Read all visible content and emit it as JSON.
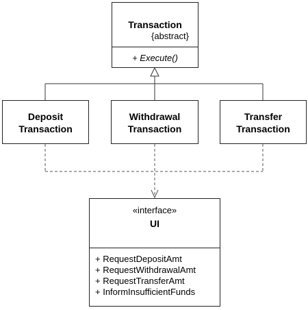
{
  "transaction": {
    "name": "Transaction",
    "stereotype": "{abstract}",
    "operation": "+ Execute()"
  },
  "subclasses": [
    {
      "line1": "Deposit",
      "line2": "Transaction"
    },
    {
      "line1": "Withdrawal",
      "line2": "Transaction"
    },
    {
      "line1": "Transfer",
      "line2": "Transaction"
    }
  ],
  "ui": {
    "stereotype": "«interface»",
    "name": "UI",
    "operations": [
      "+ RequestDepositAmt",
      "+ RequestWithdrawalAmt",
      "+ RequestTransferAmt",
      "+ InformInsufficientFunds"
    ]
  }
}
